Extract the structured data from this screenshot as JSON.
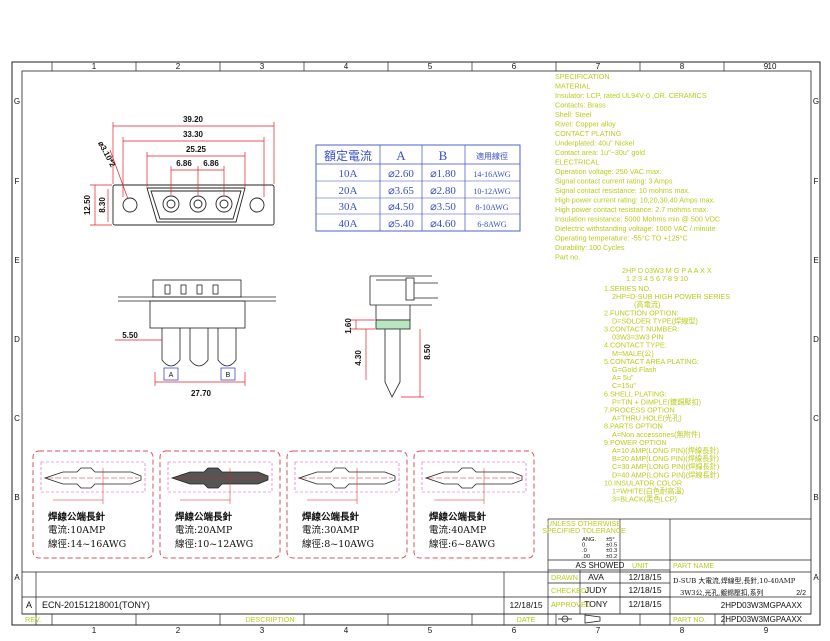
{
  "frame": {
    "columns": [
      "1",
      "2",
      "3",
      "4",
      "5",
      "6",
      "7",
      "8",
      "9",
      "10"
    ],
    "rows": [
      "G",
      "F",
      "E",
      "D",
      "C",
      "B",
      "A"
    ]
  },
  "dimensions": {
    "front": {
      "overall_width": "39.20",
      "mount_pitch": "33.30",
      "body_width": "25.25",
      "contact_pitch_1": "6.86",
      "contact_pitch_2": "6.86",
      "mount_hole": "⌀3.10*2",
      "body_height": "12.50",
      "shell_height": "8.30"
    },
    "bottom": {
      "pin_offset": "5.50",
      "span": "27.70",
      "label_a": "A",
      "label_b": "B"
    },
    "side": {
      "d1": "1.60",
      "d2": "4.30",
      "d3": "8.50"
    }
  },
  "current_table": {
    "headers": [
      "額定電流",
      "A",
      "B",
      "適用線徑"
    ],
    "rows": [
      [
        "10A",
        "⌀2.60",
        "⌀1.80",
        "14-16AWG"
      ],
      [
        "20A",
        "⌀3.65",
        "⌀2.80",
        "10-12AWG"
      ],
      [
        "30A",
        "⌀4.50",
        "⌀3.50",
        "8-10AWG"
      ],
      [
        "40A",
        "⌀5.40",
        "⌀4.60",
        "6-8AWG"
      ]
    ]
  },
  "pin_cards": [
    {
      "title": "焊線公端長針",
      "current": "電流:10AMP",
      "wire": "線徑:14~16AWG"
    },
    {
      "title": "焊線公端長針",
      "current": "電流:20AMP",
      "wire": "線徑:10~12AWG"
    },
    {
      "title": "焊線公端長針",
      "current": "電流:30AMP",
      "wire": "線徑:8~10AWG"
    },
    {
      "title": "焊線公端長針",
      "current": "電流:40AMP",
      "wire": "線徑:6~8AWG"
    }
  ],
  "spec": {
    "lines": [
      "SPECIFICATION",
      "MATERIAL",
      "Insulator: LCP, rated UL94V-0 ,OR. CERAMICS",
      "Contacts: Brass",
      "Shell: Steel",
      "Rivet: Copper alloy",
      "CONTACT PLATING",
      "Underplated: 40u\" Nickel",
      "Contact area: 1u\"~30u\" gold",
      "ELECTRICAL",
      "Operation voltage: 250 VAC max.",
      "Signal contact current rating: 3 Amps",
      "Signal contact resistance: 10 mohms max.",
      "High power current rating: 10,20,30,40 Amps max.",
      "High power contact resistance: 2.7 mohms max.",
      "Insulation resistance: 5000 Mohms min @ 500 VDC",
      "Dielectric withstanding voltage: 1000 VAC / minute",
      "Operating temperature: -55°C TO +125°C",
      "Durability: 100 Cycles",
      "Part no."
    ],
    "part_code": "2HP D 03W3 M G P A A X X",
    "part_index": "1    2    3   4 5 6 7 8 9 10",
    "options": [
      "1.SERIES NO.",
      "2HP=D-SUB HIGH POWER SERIES",
      "(高電流)",
      "2.FUNCTION OPTION:",
      "D=SOLDER TYPE(焊線型)",
      "3.CONTACT NUMBER:",
      "03W3=3W3 PIN",
      "4.CONTACT TYPE:",
      "M=MALE(公)",
      "5.CONTACT AREA PLATING:",
      "G=Gold Flash",
      "A= 5u\"",
      "C=15u\"",
      "6.SHELL PLATING:",
      "P=TIN + DIMPLE(鍍錫壓扣)",
      "7.PROCESS OPTION",
      "A=THRU HOLE(光孔)",
      "8.PARTS OPTION",
      "A=Non accessories(無附件)",
      "9.POWER OPTION",
      "A=10 AMP(LONG PIN)(焊線長針)",
      "B=20 AMP(LONG PIN)(焊線長針)",
      "C=30 AMP(LONG PIN)(焊線長針)",
      "D=40 AMP(LONG PIN)(焊線長針)",
      "10.INSULATOR COLOR",
      "1=WHITE(白色耐高溫)",
      "3=BLACK(黑色LCP)"
    ]
  },
  "title_block": {
    "tolerance_header": [
      "UNLESS OTHERWISE",
      "SPECIFIED TOLERANCE"
    ],
    "tolerances": [
      {
        "label": "ANG.",
        "value": "±5°"
      },
      {
        "label": "0.",
        "value": "±0.5"
      },
      {
        "label": ".0",
        "value": "±0.3"
      },
      {
        "label": ".00",
        "value": "±0.2"
      }
    ],
    "unit": "AS SHOWED",
    "unit_label": "UNIT",
    "drawn": {
      "label": "DRAWN",
      "name": "AVA",
      "date": "12/18/15"
    },
    "checked": {
      "label": "CHECKED",
      "name": "JUDY",
      "date": "12/18/15"
    },
    "approved": {
      "label": "APPROVED",
      "name": "TONY",
      "date": "12/18/15"
    },
    "part_name_label": "PART NAME",
    "part_name": [
      "D-SUB 大電流,焊線型,長針,10-40AMP",
      "3W3公,光孔,鍍錫壓扣,系列"
    ],
    "sheet": "2/2",
    "drawing_no": "2HPD03W3MGPAAXX",
    "part_no": "2HPD03W3MGPAAXX",
    "part_no_label": "PART NO.",
    "rev_label": "REV.",
    "description_label": "DESCRIPTION",
    "date_label": "DATE",
    "rev_row": {
      "rev": "A",
      "description": "ECN-20151218001(TONY)",
      "date": "12/18/15"
    }
  }
}
